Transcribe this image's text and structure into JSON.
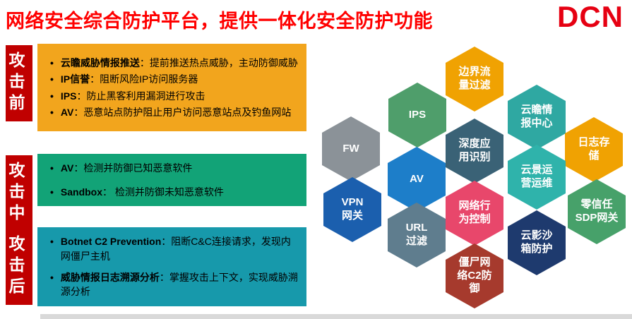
{
  "header": {
    "title": "网络安全综合防护平台，提供一体化安全防护功能",
    "title_color": "#ff0000",
    "logo": "DCN",
    "logo_color": "#e60012"
  },
  "sections": [
    {
      "label": "攻击前",
      "label_bg": "#c00000",
      "box_bg": "#f2a51d",
      "bullets": [
        {
          "lead": "云瞻威胁情报推送",
          "text": "：提前推送热点威胁，主动防御威胁"
        },
        {
          "lead": "IP信誉",
          "text": "：阻断风险IP访问服务器"
        },
        {
          "lead": "IPS",
          "text": "：防止黑客利用漏洞进行攻击"
        },
        {
          "lead": "AV",
          "text": "：恶意站点防护阻止用户访问恶意站点及钓鱼网站"
        }
      ]
    },
    {
      "label": "攻击中",
      "label_bg": "#c00000",
      "box_bg": "#12a377",
      "bullets": [
        {
          "lead": "AV",
          "text": "：检测并防御已知恶意软件"
        },
        {
          "lead": "Sandbox",
          "text": "： 检测并防御未知恶意软件"
        }
      ]
    },
    {
      "label": "攻击后",
      "label_bg": "#c00000",
      "box_bg": "#1799ab",
      "bullets": [
        {
          "lead": "Botnet C2 Prevention",
          "text": "：阻断C&C连接请求，发现内网僵尸主机"
        },
        {
          "lead": "威胁情报日志溯源分析",
          "text": "：掌握攻击上下文，实现威胁溯源分析"
        }
      ]
    }
  ],
  "hexagons": [
    {
      "id": "fw",
      "label": "FW",
      "color": "#8b9298"
    },
    {
      "id": "ips",
      "label": "IPS",
      "color": "#4f9e6b"
    },
    {
      "id": "boundary-traffic-filter",
      "label": "边界流\n量过滤",
      "color": "#f0a202"
    },
    {
      "id": "yunzhan-intel-center",
      "label": "云瞻情\n报中心",
      "color": "#2fa8a2"
    },
    {
      "id": "log-storage",
      "label": "日志存\n储",
      "color": "#f0a202"
    },
    {
      "id": "deep-app-identification",
      "label": "深度应\n用识别",
      "color": "#3a6276"
    },
    {
      "id": "av",
      "label": "AV",
      "color": "#1d7ec9"
    },
    {
      "id": "yunjing-ops",
      "label": "云景运\n营运维",
      "color": "#2fb3ab"
    },
    {
      "id": "zero-trust-sdp-gateway",
      "label": "零信任\nSDP网关",
      "color": "#47a16a"
    },
    {
      "id": "vpn-gateway",
      "label": "VPN\n网关",
      "color": "#1b5fae"
    },
    {
      "id": "network-behavior-control",
      "label": "网络行\n为控制",
      "color": "#e8476b"
    },
    {
      "id": "url-filter",
      "label": "URL\n过滤",
      "color": "#5f7d8e"
    },
    {
      "id": "yunying-sandbox-protection",
      "label": "云影沙\n箱防护",
      "color": "#1e3a6e"
    },
    {
      "id": "botnet-c2-defense",
      "label": "僵尸网\n络C2防\n御",
      "color": "#a63a2d"
    }
  ]
}
